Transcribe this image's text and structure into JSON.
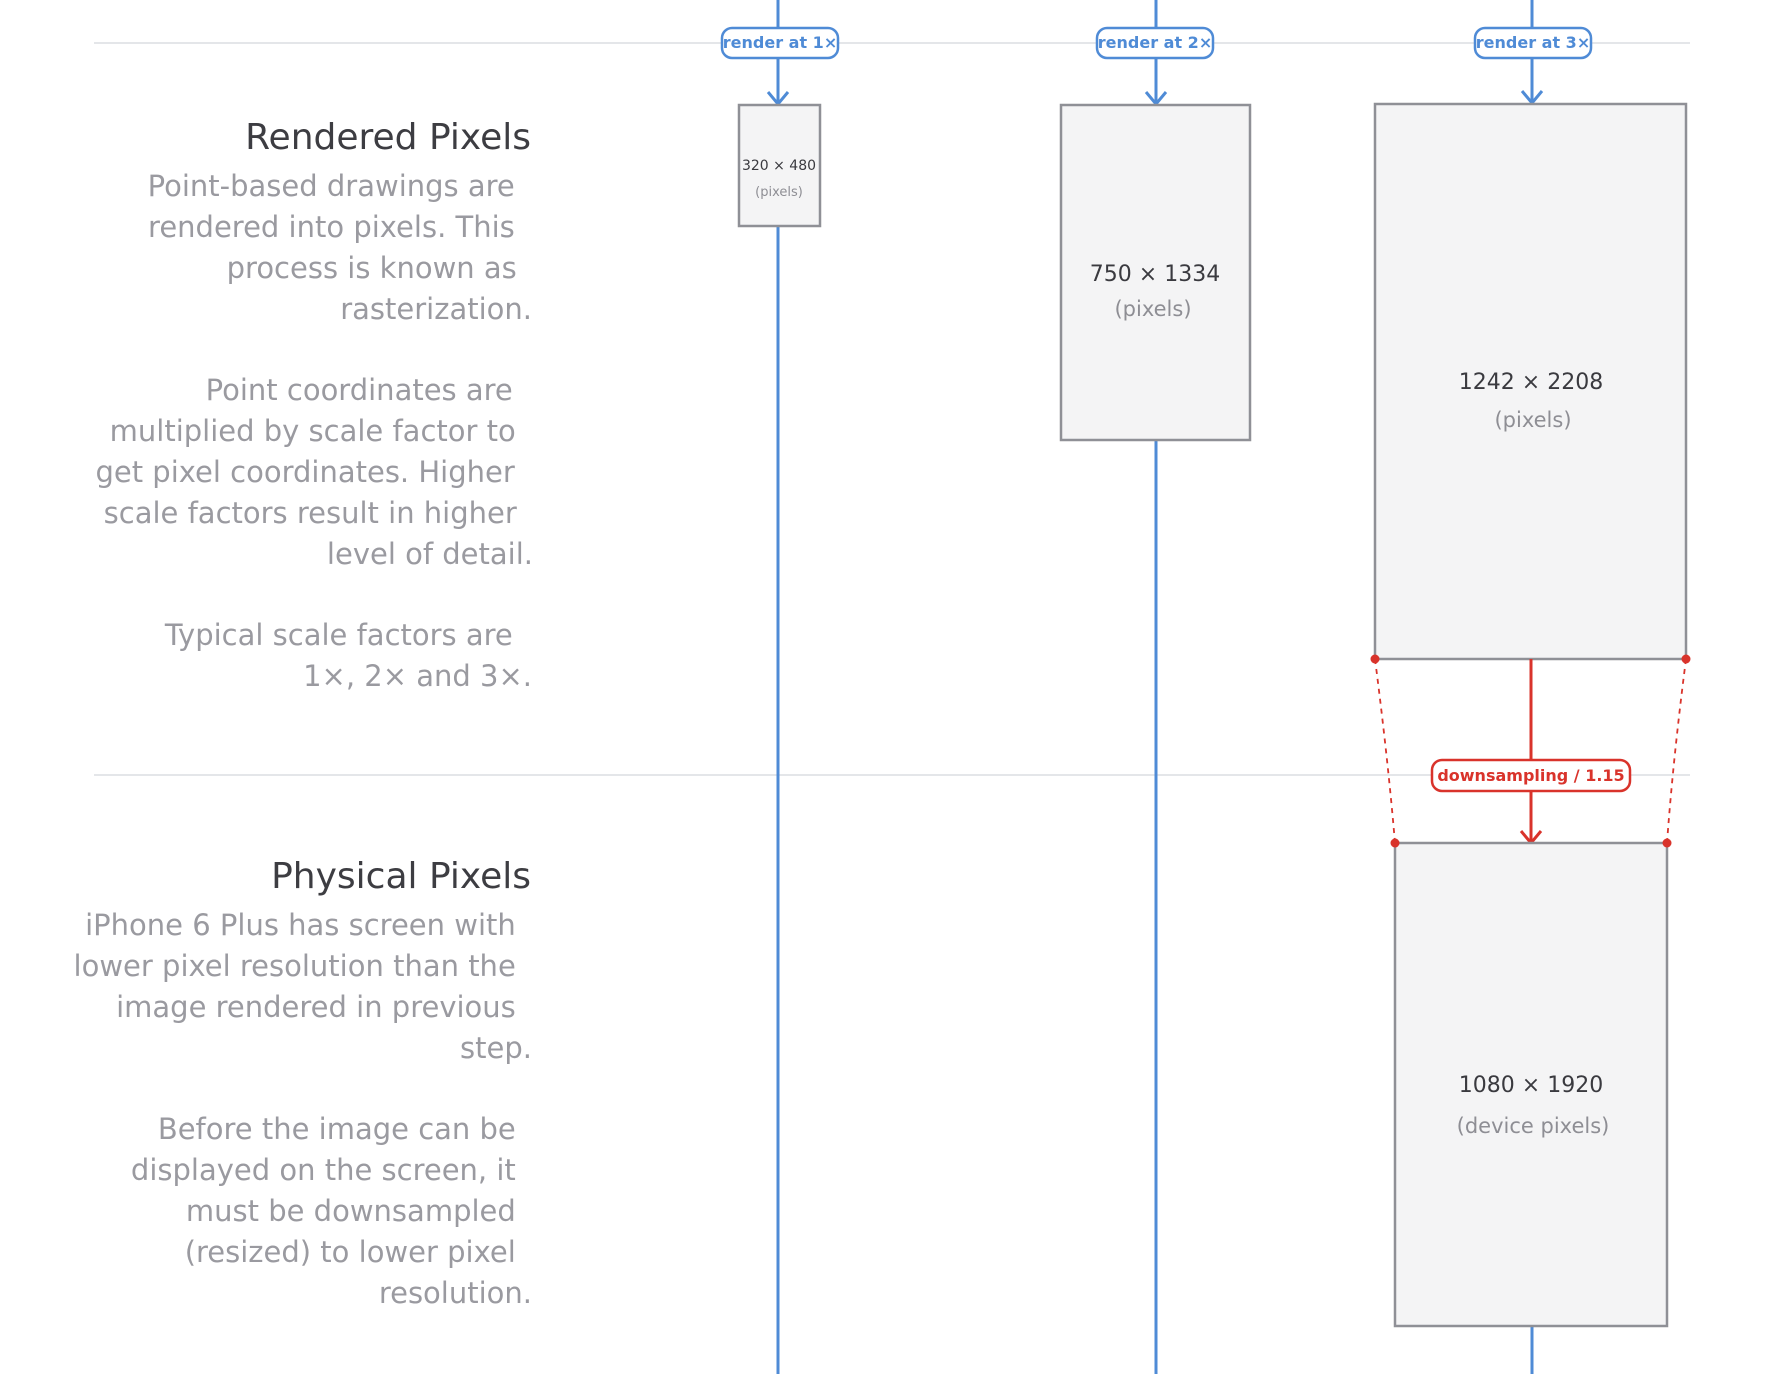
{
  "sections": {
    "rendered": {
      "title": "Rendered Pixels",
      "paragraphs": [
        [
          "Point-based drawings are",
          "rendered into pixels. This",
          "process is known as",
          "rasterization."
        ],
        [
          "Point coordinates are",
          "multiplied by scale factor to",
          "get pixel coordinates. Higher",
          "scale factors result in higher",
          "level of detail."
        ],
        [
          "Typical scale factors are",
          "1×, 2× and 3×."
        ]
      ]
    },
    "physical": {
      "title": "Physical Pixels",
      "paragraphs": [
        [
          "iPhone 6 Plus has screen with",
          "lower pixel resolution than the",
          "image rendered in previous",
          "step."
        ],
        [
          "Before the image can be",
          "displayed on the screen, it",
          "must be downsampled",
          "(resized) to lower pixel",
          "resolution."
        ]
      ]
    }
  },
  "render_labels": [
    "render at 1×",
    "render at 2×",
    "render at 3×"
  ],
  "boxes": {
    "r1": {
      "dims": "320 × 480",
      "unit": "(pixels)"
    },
    "r2": {
      "dims": "750 × 1334",
      "unit": "(pixels)"
    },
    "r3": {
      "dims": "1242 × 2208",
      "unit": "(pixels)"
    },
    "device": {
      "dims": "1080 × 1920",
      "unit": "(device pixels)"
    }
  },
  "downsample_label": "downsampling / 1.15",
  "colors": {
    "blue": "#4f8bd6",
    "red": "#d9332b",
    "box_fill": "#f4f4f5",
    "box_stroke": "#8f9096",
    "separator": "#dcdde2"
  }
}
